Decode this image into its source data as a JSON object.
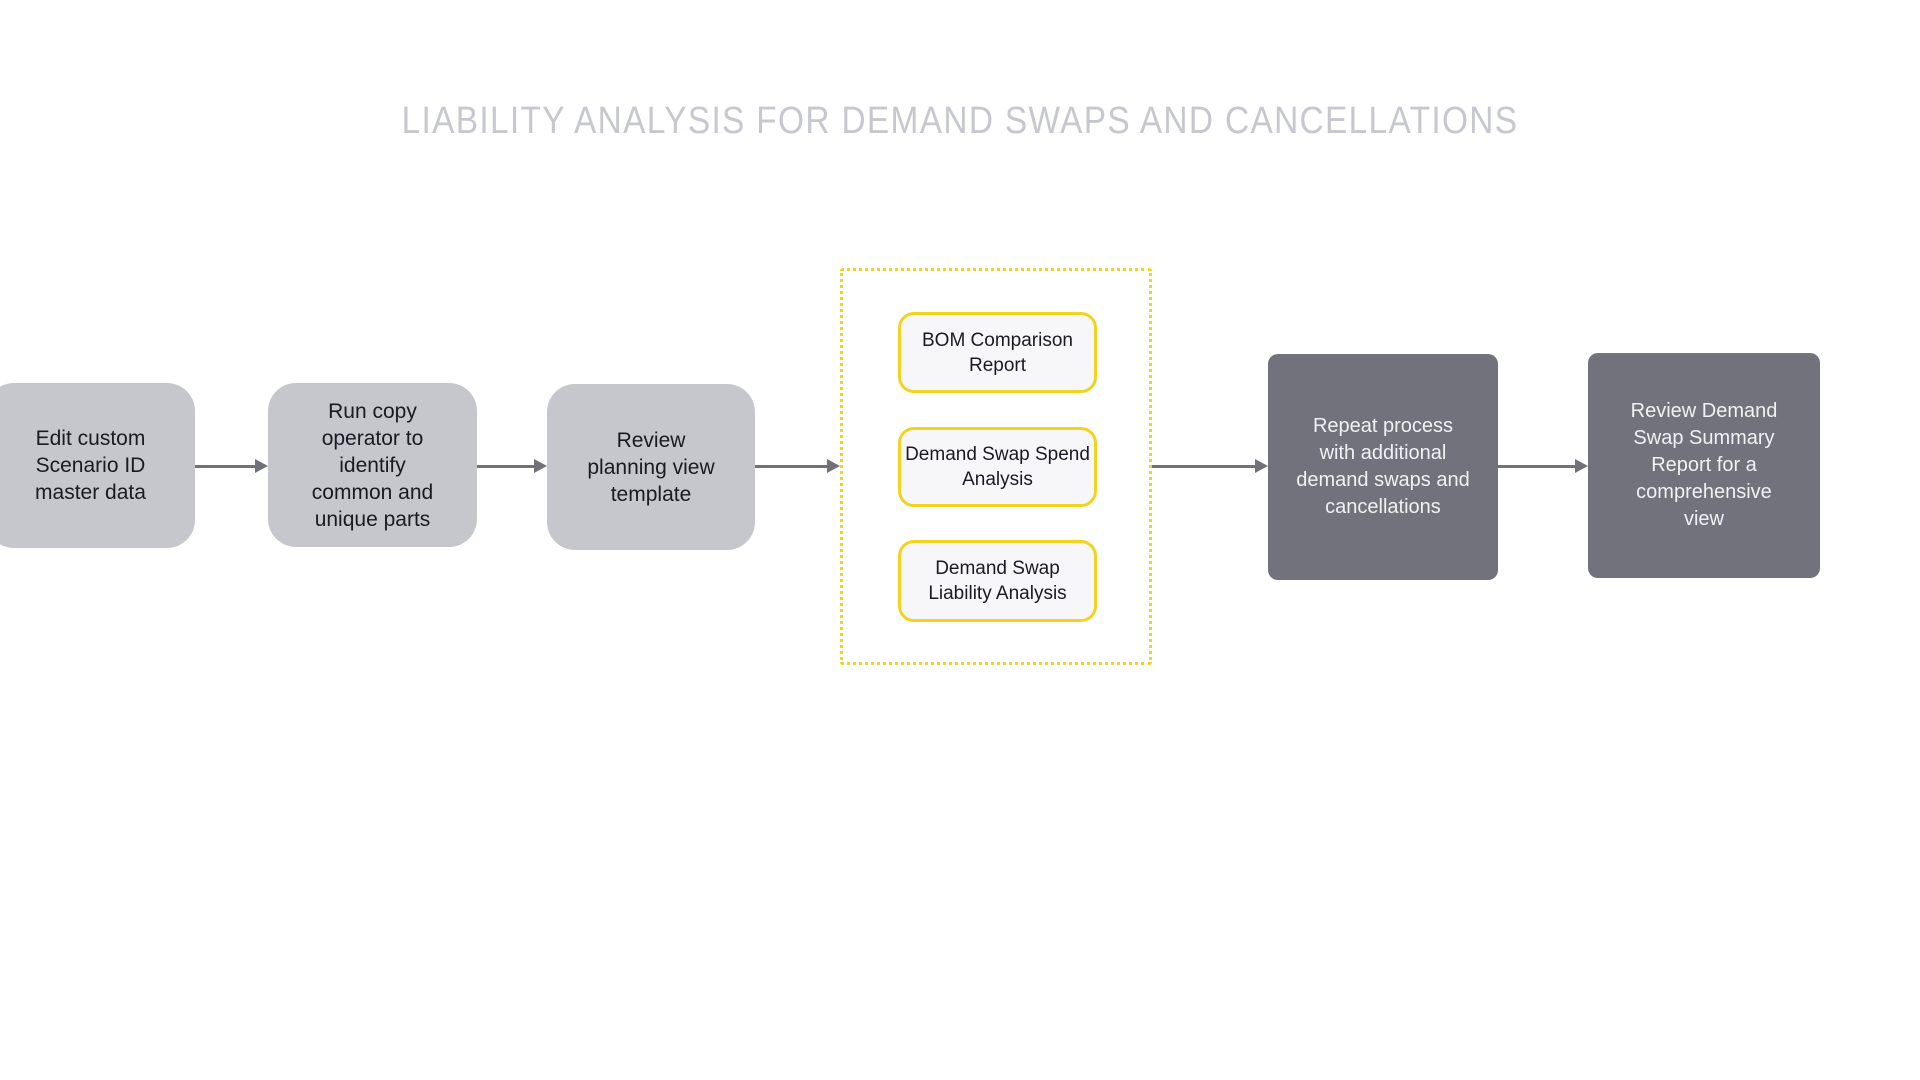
{
  "title": {
    "text": "LIABILITY ANALYSIS FOR DEMAND SWAPS AND CANCELLATIONS"
  },
  "colors": {
    "accent-yellow": "#f3d321",
    "yellow-box-fill": "#f7f7fa",
    "light-box-fill": "#c6c7cd",
    "dark-box-fill": "#71727c",
    "box-text-dark": "#1a1a22",
    "box-text-light": "#f1f1f3",
    "arrow-gray": "#70717b",
    "title-gray": "#c7c8cf"
  },
  "steps": [
    {
      "label": "Edit custom\nScenario ID\nmaster data"
    },
    {
      "label": "Run copy\noperator to\nidentify\ncommon and\nunique parts"
    },
    {
      "label": "Review\nplanning view\ntemplate"
    },
    {
      "label": "Repeat process\nwith additional\ndemand swaps and\ncancellations"
    },
    {
      "label": "Review Demand\nSwap Summary\nReport for a\ncomprehensive\nview"
    }
  ],
  "report_group": {
    "items": [
      {
        "label": "BOM\nComparison\nReport"
      },
      {
        "label": "Demand Swap\nSpend\nAnalysis"
      },
      {
        "label": "Demand Swap\nLiability\nAnalysis"
      }
    ]
  }
}
